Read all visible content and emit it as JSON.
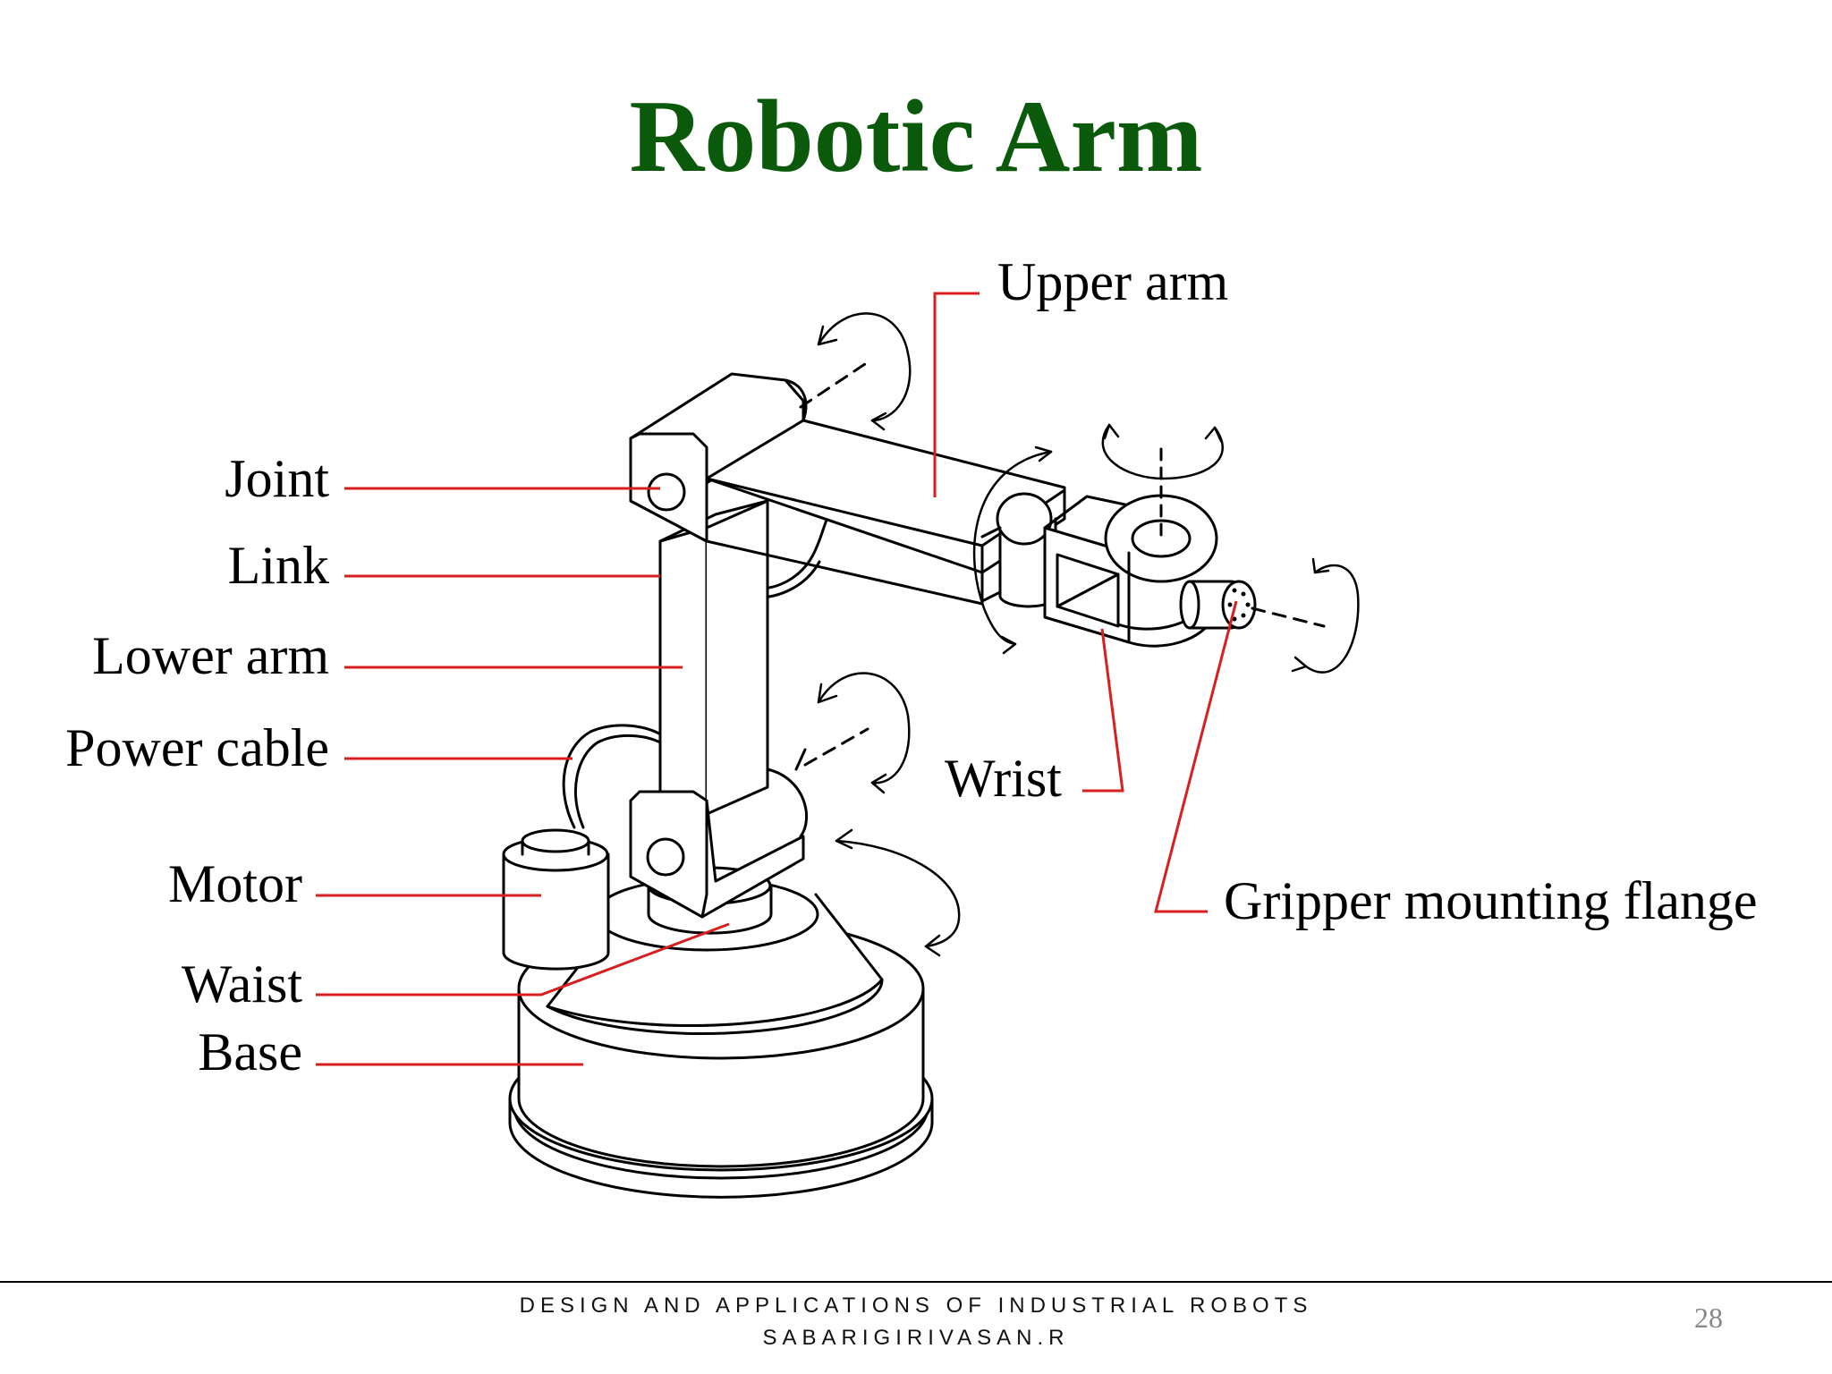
{
  "title": "Robotic Arm",
  "labels": {
    "joint": "Joint",
    "link": "Link",
    "lower_arm": "Lower arm",
    "power_cable": "Power cable",
    "motor": "Motor",
    "waist": "Waist",
    "base": "Base",
    "upper_arm": "Upper arm",
    "wrist": "Wrist",
    "gripper_flange": "Gripper mounting flange"
  },
  "footer": {
    "course": "DESIGN AND APPLICATIONS OF INDUSTRIAL ROBOTS",
    "author": "SABARIGIRIVASAN.R",
    "page_number": "28"
  },
  "colors": {
    "title": "#0b5a0b",
    "leader_line": "#d81e1e",
    "drawing": "#000000"
  }
}
